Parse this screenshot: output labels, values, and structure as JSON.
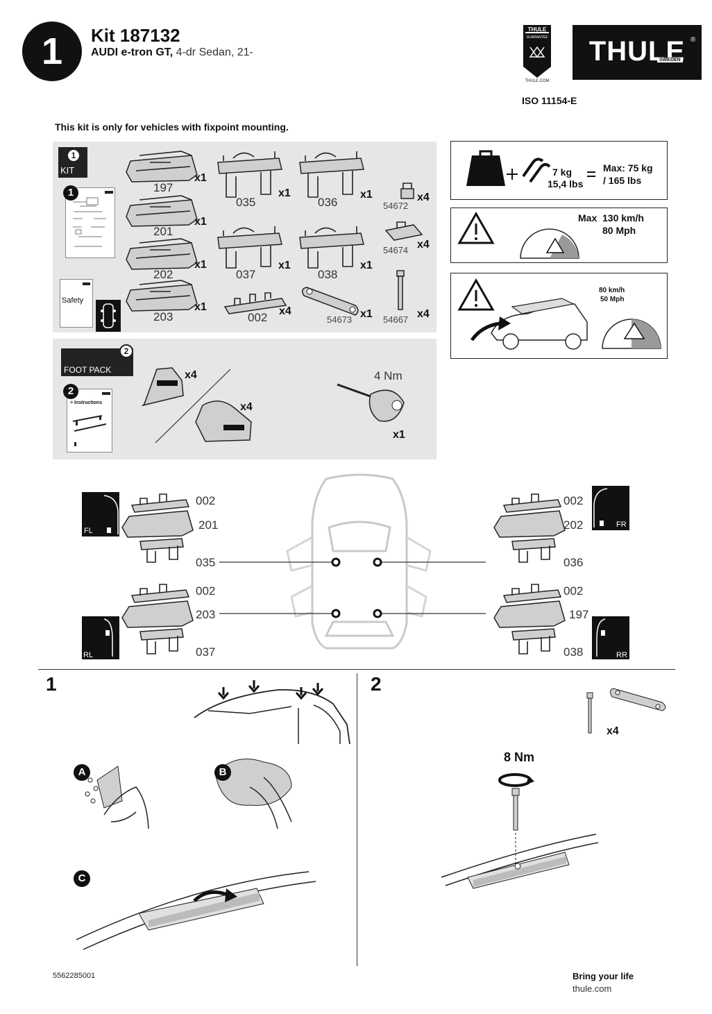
{
  "header": {
    "step_number": "1",
    "kit_title": "Kit 187132",
    "vehicle_model": "AUDI e-tron GT,",
    "vehicle_variant": "4-dr Sedan, 21-",
    "guarantee_badge_top": "THULE",
    "guarantee_badge_text": "GUARANTEE",
    "guarantee_badge_url": "THULE.COM",
    "brand_logo_text": "THULE",
    "brand_logo_sub": "SWEDEN",
    "iso_standard": "ISO 11154-E"
  },
  "notice": "This kit is only for vehicles with fixpoint mounting.",
  "kit_panel": {
    "badge_number": "1",
    "badge_label": "KIT",
    "manual_number": "1",
    "safety_label": "Safety",
    "parts": [
      {
        "code": "197",
        "qty": "x1"
      },
      {
        "code": "201",
        "qty": "x1"
      },
      {
        "code": "202",
        "qty": "x1"
      },
      {
        "code": "203",
        "qty": "x1"
      },
      {
        "code": "035",
        "qty": "x1"
      },
      {
        "code": "036",
        "qty": "x1"
      },
      {
        "code": "037",
        "qty": "x1"
      },
      {
        "code": "038",
        "qty": "x1"
      },
      {
        "code": "002",
        "qty": "x4"
      },
      {
        "code": "54672",
        "qty": "x4"
      },
      {
        "code": "54674",
        "qty": "x4"
      },
      {
        "code": "54673",
        "qty": "x1"
      },
      {
        "code": "54667",
        "qty": "x4"
      }
    ]
  },
  "foot_panel": {
    "badge_number": "2",
    "badge_label": "FOOT PACK",
    "manual_number": "2",
    "manual_label": "> Instructions",
    "foot_qty_a": "x4",
    "foot_qty_b": "x4",
    "torque": "4 Nm",
    "tool_qty": "x1"
  },
  "load_box": {
    "weight_kg": "7 kg",
    "weight_lbs": "15,4 lbs",
    "max_kg": "Max: 75 kg",
    "max_lbs": "/ 165 lbs"
  },
  "speed_box": {
    "max_label": "Max",
    "kmh": "130 km/h",
    "mph": "80 Mph"
  },
  "highway_box": {
    "kmh": "80 km/h",
    "mph": "50 Mph"
  },
  "placement": {
    "fl": {
      "corner": "FL",
      "pad": "002",
      "foot": "201",
      "bracket": "035"
    },
    "fr": {
      "corner": "FR",
      "pad": "002",
      "foot": "202",
      "bracket": "036"
    },
    "rl": {
      "corner": "RL",
      "pad": "002",
      "foot": "203",
      "bracket": "037"
    },
    "rr": {
      "corner": "RR",
      "pad": "002",
      "foot": "197",
      "bracket": "038"
    }
  },
  "steps": {
    "step1": {
      "number": "1",
      "sub_a": "A",
      "sub_b": "B",
      "sub_c": "C"
    },
    "step2": {
      "number": "2",
      "qty": "x4",
      "torque": "8 Nm"
    }
  },
  "footer": {
    "doc_number": "5562285001",
    "tagline": "Bring your life",
    "website": "thule.com"
  }
}
